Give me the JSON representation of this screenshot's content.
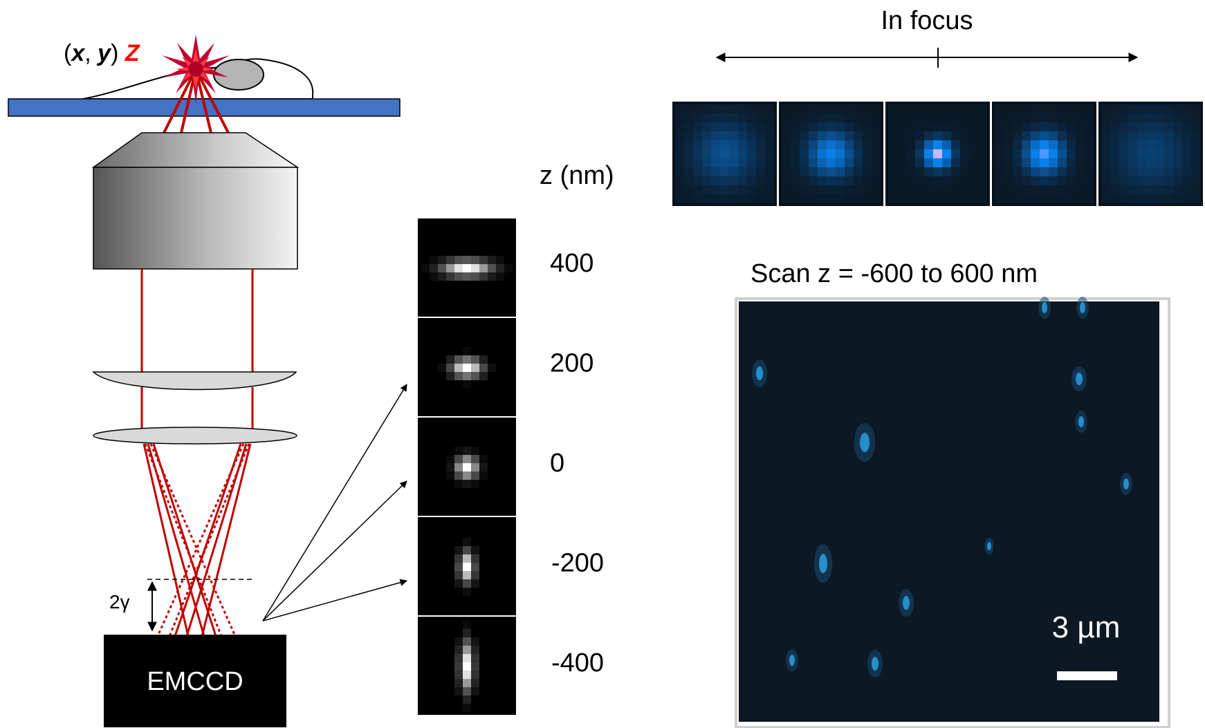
{
  "coordinate_label": {
    "open": "(",
    "x": "x",
    "sep": ", ",
    "y": "y",
    "close": ") ",
    "z": "Z"
  },
  "gamma_label": "2γ",
  "camera_label": "EMCCD",
  "z_axis_label": "z (nm)",
  "z_values": [
    "400",
    "200",
    "0",
    "-200",
    "-400"
  ],
  "psf_widths": [
    {
      "z": "400",
      "sx": 1.9,
      "sy": 0.65
    },
    {
      "z": "200",
      "sx": 1.2,
      "sy": 0.75
    },
    {
      "z": "0",
      "sx": 0.85,
      "sy": 0.85
    },
    {
      "z": "-200",
      "sx": 0.6,
      "sy": 1.2
    },
    {
      "z": "-400",
      "sx": 0.55,
      "sy": 1.9
    }
  ],
  "focus_label": "In focus",
  "focus_series_peaks": [
    0.35,
    0.65,
    1.0,
    0.8,
    0.25
  ],
  "scan_label": "Scan z = -600 to 600 nm",
  "scale_bar_label": "3 µm",
  "colors": {
    "beam": "#c00000",
    "coverslip": "#4472c4",
    "z_label": "#ff0000",
    "blue_signal": "#1e90ff"
  }
}
